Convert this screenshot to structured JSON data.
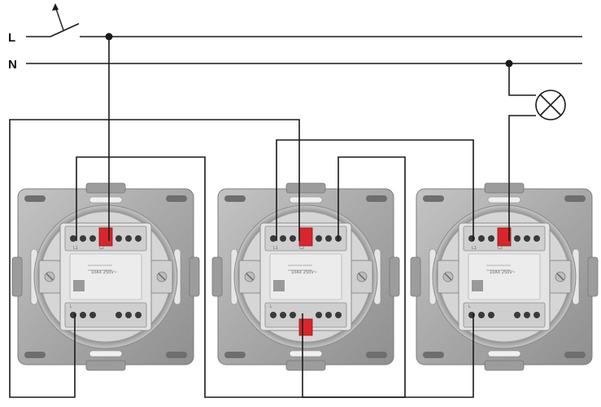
{
  "lines": {
    "phase_label": "L",
    "neutral_label": "N"
  },
  "switches": [
    {
      "rating": "10AX 250V~",
      "terminal_top_left": "L1",
      "terminal_top_right": "L2",
      "terminal_bottom": "L"
    },
    {
      "rating": "10AX 250V~",
      "terminal_top_left": "L1",
      "terminal_top_right": "L2",
      "terminal_bottom": "L"
    },
    {
      "rating": "10AX 250V~",
      "terminal_top_left": "L1",
      "terminal_top_right": "L2",
      "terminal_bottom": "L"
    }
  ],
  "colors": {
    "wire": "#1a1a1a",
    "terminal_accent": "#d9262c",
    "frame_metal": "#a9a9a9",
    "body_plastic": "#e2e2e2"
  },
  "icons": [
    "main-switch-icon",
    "lamp-icon",
    "junction-dot-icon"
  ]
}
